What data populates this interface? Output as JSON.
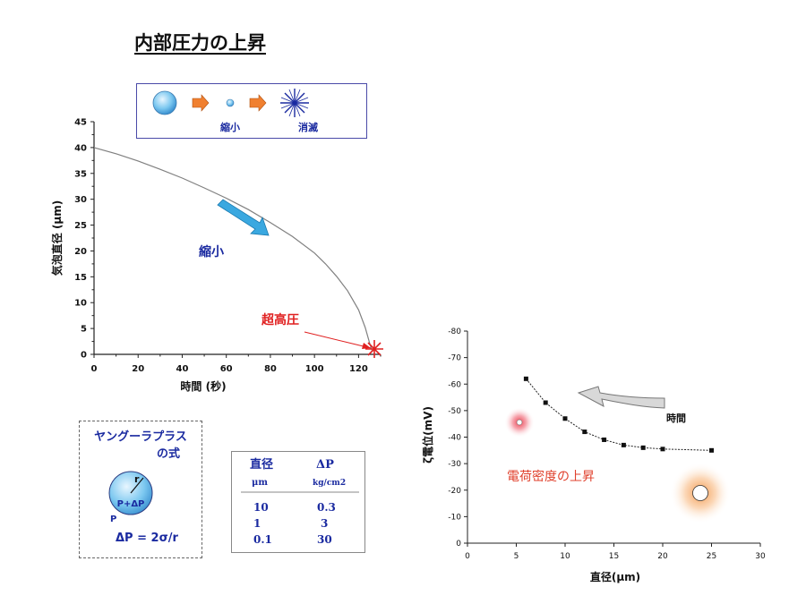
{
  "title": "内部圧力の上昇",
  "process": {
    "shrink_label": "縮小",
    "vanish_label": "消滅"
  },
  "colors": {
    "curve": "#808080",
    "arrow_blue": "#3aa8e0",
    "label_blue": "#1a2aa0",
    "highpressure_red": "#e02020",
    "process_arrow": "#f08030"
  },
  "chart_data": [
    {
      "type": "line",
      "x": [
        0,
        10,
        20,
        30,
        40,
        50,
        60,
        70,
        80,
        90,
        100,
        105,
        110,
        115,
        120,
        123,
        125,
        126
      ],
      "series": [
        {
          "values": [
            40,
            38.8,
            37.4,
            35.8,
            34.1,
            32.2,
            30.2,
            28.0,
            25.5,
            22.8,
            19.6,
            17.5,
            15.1,
            12.3,
            8.6,
            5.2,
            2.2,
            0.8
          ]
        }
      ],
      "xlabel": "時間 (秒)",
      "ylabel": "気泡直径 (μm)",
      "xlim": [
        0,
        130
      ],
      "ylim": [
        0,
        45
      ],
      "xticks": [
        0,
        20,
        40,
        60,
        80,
        100,
        120
      ],
      "yticks": [
        0,
        5,
        10,
        15,
        20,
        25,
        30,
        35,
        40,
        45
      ],
      "annotations": [
        "縮小",
        "超高圧"
      ],
      "grid": false
    },
    {
      "type": "line",
      "x": [
        6,
        8,
        10,
        12,
        14,
        16,
        18,
        20,
        25
      ],
      "series": [
        {
          "values": [
            -62,
            -53,
            -47,
            -42,
            -39,
            -37,
            -36,
            -35.5,
            -35
          ]
        }
      ],
      "xlabel": "直径(μm)",
      "ylabel": "ζ電位(mV)",
      "xlim": [
        0,
        30
      ],
      "ylim": [
        0,
        -80
      ],
      "xticks": [
        0,
        5,
        10,
        15,
        20,
        25,
        30
      ],
      "yticks": [
        0,
        -10,
        -20,
        -30,
        -40,
        -50,
        -60,
        -70,
        -80
      ],
      "annotations": [
        "時間",
        "電荷密度の上昇"
      ],
      "grid": false
    }
  ],
  "young_laplace": {
    "title_line1": "ヤングーラプラス",
    "title_line2": "の式",
    "r_label": "r",
    "inner_label": "P+ΔP",
    "outer_label": "P",
    "formula": "ΔP = 2σ/r"
  },
  "table": {
    "headers": [
      "直径",
      "ΔP"
    ],
    "units": [
      "μm",
      "kg/cm2"
    ],
    "rows": [
      [
        "10",
        "0.3"
      ],
      [
        "1",
        "3"
      ],
      [
        "0.1",
        "30"
      ]
    ]
  }
}
